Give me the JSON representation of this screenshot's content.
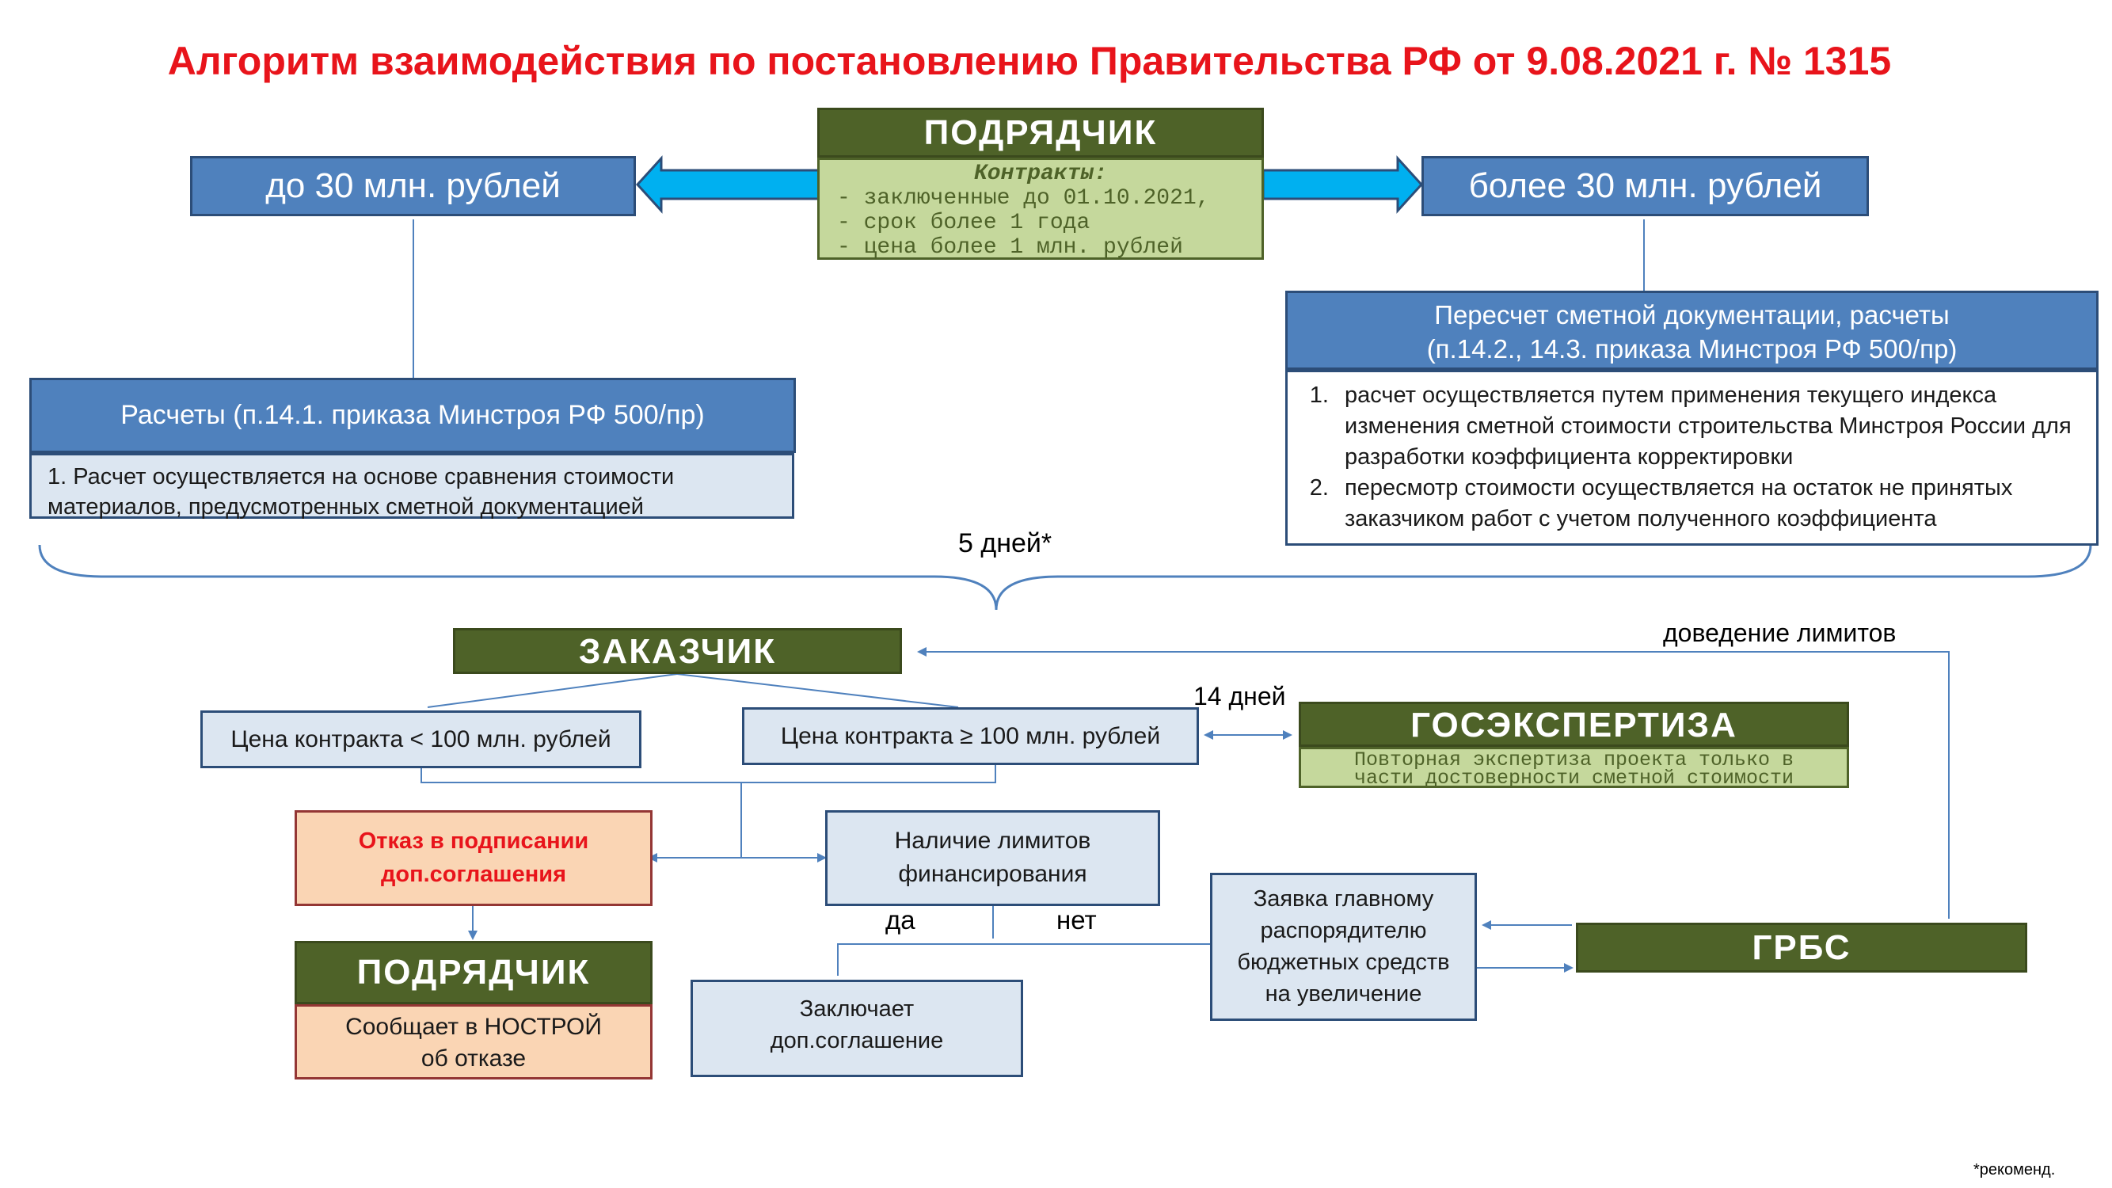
{
  "title": "Алгоритм взаимодействия по постановлению Правительства РФ от 9.08.2021 г. № 1315",
  "top_contractor": {
    "header": "ПОДРЯДЧИК",
    "contracts_label": "Контракты:",
    "conditions": [
      "- заключенные до 01.10.2021,",
      "- срок более 1 года",
      "- цена более 1 млн. рублей"
    ]
  },
  "left_branch": {
    "label": "до 30 млн. рублей",
    "calc_header": "Расчеты (п.14.1. приказа Минстроя  РФ 500/пр)",
    "calc_text": "1. Расчет осуществляется на основе сравнения стоимости материалов, предусмотренных сметной документацией"
  },
  "right_branch": {
    "label": "более 30 млн. рублей",
    "calc_header_line1": "Пересчет сметной документации, расчеты",
    "calc_header_line2": "(п.14.2., 14.3. приказа Минстроя РФ 500/пр)",
    "items": [
      "расчет осуществляется путем применения текущего индекса изменения сметной стоимости строительства Минстроя России для разработки коэффициента корректировки",
      "пересмотр стоимости осуществляется на остаток не принятых заказчиком работ с учетом полученного коэффициента"
    ]
  },
  "days_5": "5 дней*",
  "customer": {
    "header": "ЗАКАЗЧИК"
  },
  "limits_label": "доведение лимитов",
  "price_low": "Цена контракта < 100 млн. рублей",
  "price_high": "Цена контракта ≥ 100 млн. рублей",
  "days_14": "14 дней",
  "expertise": {
    "header": "ГОСЭКСПЕРТИЗА",
    "text_line1": "Повторная  экспертиза проекта только в",
    "text_line2": "части достоверности сметной стоимости"
  },
  "refusal": {
    "line1": "Отказ в подписании",
    "line2": "доп.соглашения"
  },
  "limits_box": {
    "line1": "Наличие лимитов",
    "line2": "финансирования"
  },
  "yes": "да",
  "no": "нет",
  "request": {
    "line1": "Заявка главному",
    "line2": "распорядителю",
    "line3": "бюджетных средств",
    "line4": "на увеличение"
  },
  "grbs": "ГРБС",
  "conclude": {
    "line1": "Заключает",
    "line2": "доп.соглашение"
  },
  "bottom_contractor": {
    "header": "ПОДРЯДЧИК",
    "line1": "Сообщает в НОСТРОЙ",
    "line2": "об отказе"
  },
  "footnote": "*рекоменд.",
  "colors": {
    "title": "#e8141b",
    "dark_green": "#4e6228",
    "light_green": "#c5d89c",
    "blue": "#4f81bd",
    "light_blue": "#dce6f1",
    "peach": "#fad5b4",
    "arrow_blue": "#00b0f0"
  }
}
